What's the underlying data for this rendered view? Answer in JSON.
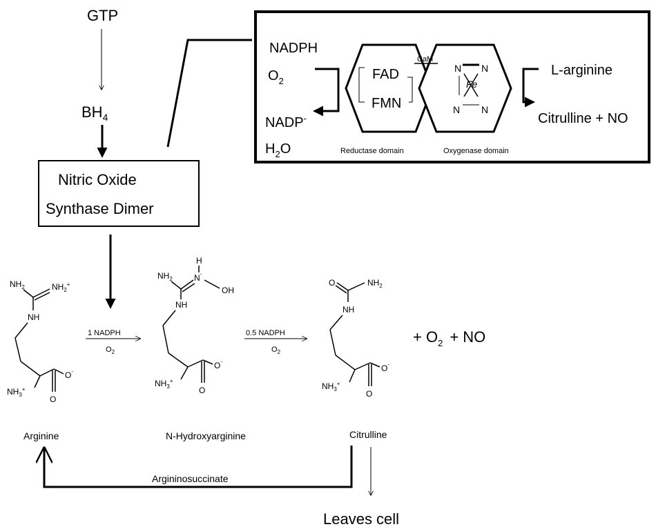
{
  "pathway": {
    "gtp": "GTP",
    "bh4": "BH",
    "bh4_sub": "4",
    "nos_line1": "Nitric Oxide",
    "nos_line2": "Synthase Dimer"
  },
  "enzyme_detail": {
    "nadph": "NADPH",
    "o2": "O",
    "o2_sub": "2",
    "nadp": "NADP",
    "nadp_sup": "-",
    "h2o_h": "H",
    "h2o_sub": "2",
    "h2o_o": "O",
    "fad": "FAD",
    "fmn": "FMN",
    "cam": "CaM",
    "fe": "Fe",
    "n_label": "N",
    "reductase_domain": "Reductase domain",
    "oxygenase_domain": "Oxygenase domain",
    "l_arginine": "L-arginine",
    "citrulline_no": "Citrulline + NO"
  },
  "reaction": {
    "step1_top": "1 NADPH",
    "step1_bottom_o": "O",
    "step1_bottom_sub": "2",
    "step2_top": "0.5 NADPH",
    "step2_bottom_o": "O",
    "step2_bottom_sub": "2",
    "products_prefix": "+ O",
    "products_sub": "2",
    "products_suffix": "+   NO",
    "arginine": "Arginine",
    "n_hydroxyarginine": "N-Hydroxyarginine",
    "citrulline": "Citrulline",
    "argininosuccinate": "Argininosuccinate",
    "leaves_cell": "Leaves cell"
  },
  "structures": {
    "nh2": "NH",
    "nh2_sub": "2",
    "nh2plus_sup": "+",
    "nh": "NH",
    "n": "N",
    "h": "H",
    "oh": "OH",
    "o": "O",
    "ominus_sup": "-",
    "nh3": "NH",
    "nh3_sub": "3",
    "nh3_sup": "+"
  }
}
